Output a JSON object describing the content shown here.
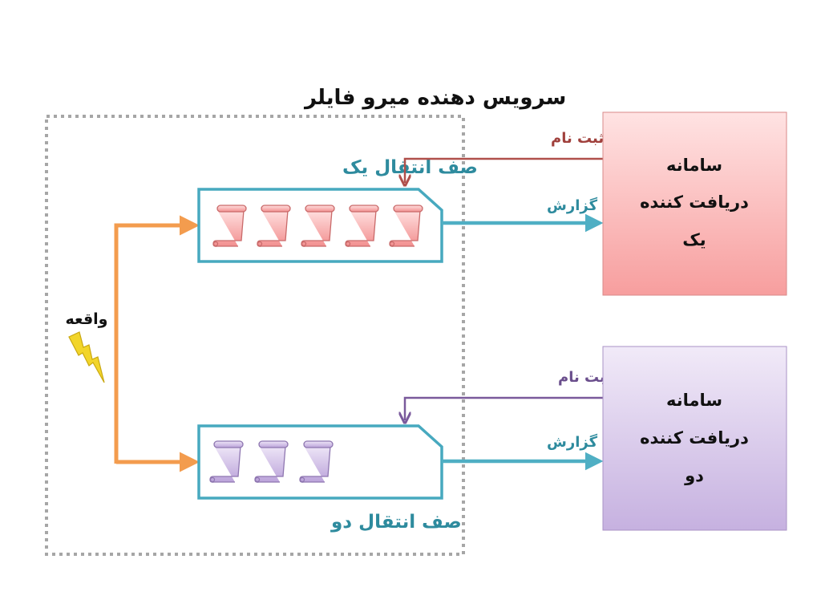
{
  "title": "سرویس دهنده میرو فایلر",
  "queues": [
    {
      "label": "صف انتقال یک",
      "message_count": 5,
      "color": "#F6A3A3"
    },
    {
      "label": "صف انتقال دو",
      "message_count": 3,
      "color": "#CDB8E3"
    }
  ],
  "receivers": [
    {
      "lines": [
        "سامانه",
        "دریافت کننده",
        "یک"
      ],
      "color": "#F9A9A9"
    },
    {
      "lines": [
        "سامانه",
        "دریافت کننده",
        "دو"
      ],
      "color": "#D4C3EA"
    }
  ],
  "arrows": {
    "register_label": "ثبت نام",
    "report_label": "گزارش"
  },
  "event_label": "واقعه",
  "colors": {
    "queue_border": "#47A9BF",
    "event_arrow": "#F39C4E",
    "report_arrow": "#4FAFC4",
    "register_one": "#B0504B",
    "register_two": "#7A5A9C",
    "server_border": "#A6A6A6",
    "lightning": "#F2D52A"
  }
}
